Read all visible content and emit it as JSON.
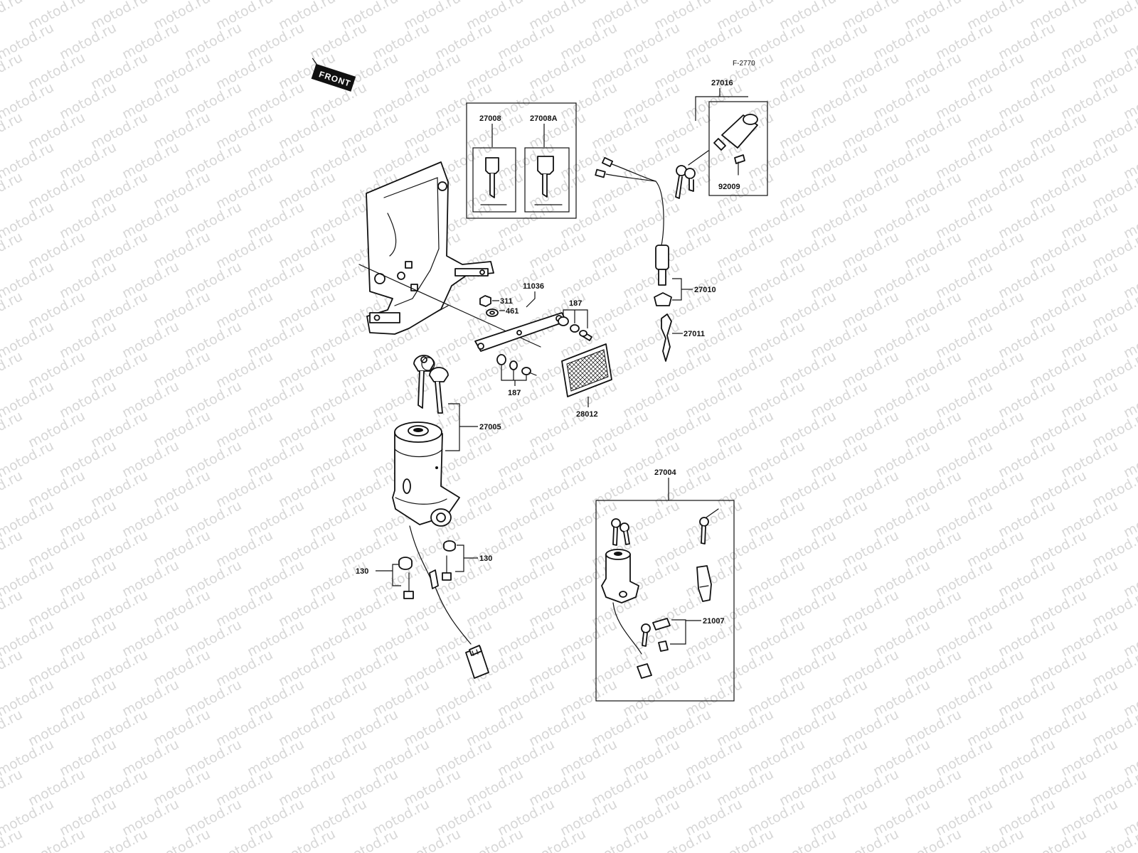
{
  "watermark": {
    "text": "motod.ru",
    "color": "#d7d7d7"
  },
  "figure_id": "F-2770",
  "front_sign": "FRONT",
  "labels": {
    "l27016": "27016",
    "l27008": "27008",
    "l27008A": "27008A",
    "l92009": "92009",
    "l11036": "11036",
    "l311": "311",
    "l461": "461",
    "l187a": "187",
    "l187b": "187",
    "l27010": "27010",
    "l27011": "27011",
    "l28012": "28012",
    "l27005": "27005",
    "l130a": "130",
    "l130b": "130",
    "l27004": "27004",
    "l21007": "21007"
  },
  "icons": [
    "key-icon",
    "ignition-switch-icon",
    "lock-cylinder-icon",
    "reflector-icon",
    "bolt-icon",
    "washer-icon",
    "nut-icon",
    "connector-icon"
  ]
}
